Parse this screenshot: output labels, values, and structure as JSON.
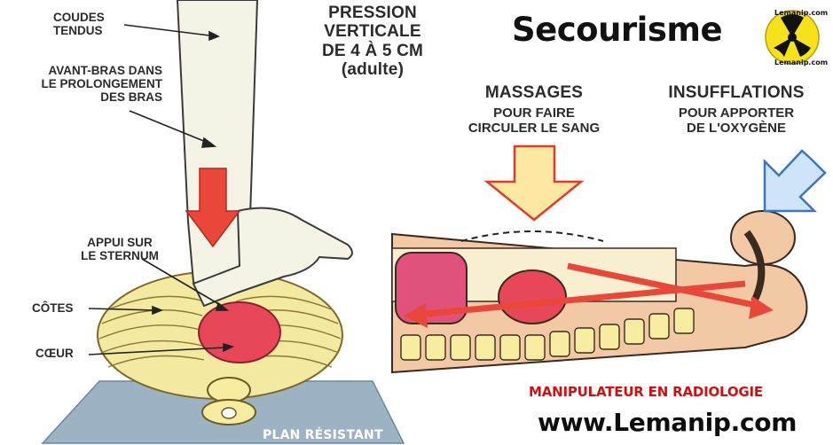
{
  "cpr_left": {
    "coudes_line1": "COUDES",
    "coudes_line2": "TENDUS",
    "avant_line1": "AVANT-BRAS DANS",
    "avant_line2": "LE PROLONGEMENT",
    "avant_line3": "DES BRAS",
    "pression_line1": "PRESSION",
    "pression_line2": "VERTICALE",
    "pression_line3": "DE 4 À 5 CM",
    "pression_line4": "(adulte)",
    "appui_line1": "APPUI SUR",
    "appui_line2": "LE STERNUM",
    "cotes": "CÔTES",
    "coeur": "CŒUR",
    "plan": "PLAN RÉSISTANT"
  },
  "cpr_right": {
    "massages_title": "MASSAGES",
    "massages_line1": "POUR FAIRE",
    "massages_line2": "CIRCULER LE SANG",
    "insufflations_title": "INSUFFLATIONS",
    "insufflations_line1": "POUR APPORTER",
    "insufflations_line2": "DE L'OXYGÈNE"
  },
  "branding": {
    "title": "Secourisme",
    "logo_top": "Lemanip.com",
    "logo_bottom": "Lemanip.com",
    "subtitle": "MANIPULATEUR EN RADIOLOGIE",
    "url": "www.Lemanip.com"
  },
  "colors": {
    "skin": "#f4f2e4",
    "skin_dark": "#f2c9a4",
    "heart": "#e8475a",
    "ribs": "#f4e88a",
    "arrow_red": "#e8473a",
    "arrow_yellow": "#fde8a2",
    "arrow_blue": "#cfe4f8",
    "plate": "#8fa7b8",
    "brand_red": "#d01010",
    "logo_yellow": "#f6e21a"
  }
}
